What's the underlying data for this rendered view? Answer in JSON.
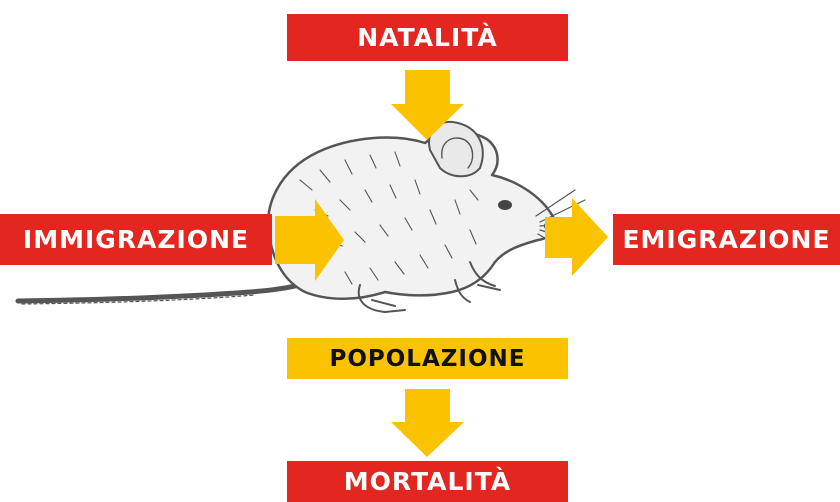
{
  "labels": {
    "natalita": "NATALITÀ",
    "immigrazione": "IMMIGRAZIONE",
    "emigrazione": "EMIGRAZIONE",
    "popolazione": "POPOLAZIONE",
    "mortalita": "MORTALITÀ"
  },
  "colors": {
    "red": "#e3261f",
    "yellow": "#fbc200",
    "ink": "#555555"
  },
  "illustration": "mouse-sketch"
}
